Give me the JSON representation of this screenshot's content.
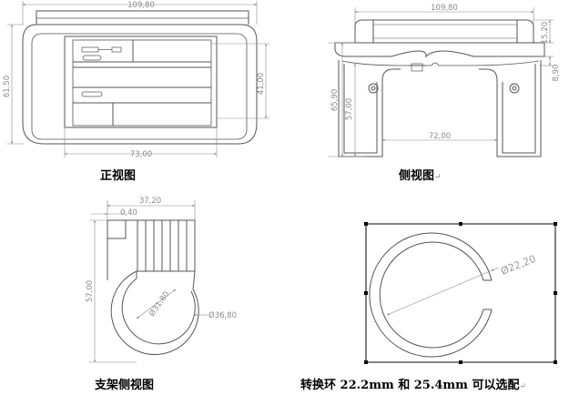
{
  "views": {
    "front": {
      "caption": "正视图",
      "dims": {
        "width_outer": "109,80",
        "width_inner": "73,00",
        "height_outer": "61,50",
        "height_inner": "41,00"
      }
    },
    "side": {
      "caption": "侧视图",
      "mark": "↵",
      "dims": {
        "width_top": "109,80",
        "height_total": "65,90",
        "height_leg": "57,00",
        "leg_span": "72,00",
        "top_thickness": "15,20",
        "clip_gap": "8,90"
      }
    },
    "bracket": {
      "caption": "支架侧视图",
      "dims": {
        "width": "37,20",
        "offset": "0,40",
        "height": "57,00",
        "inner_diameter": "Ø31,80",
        "outer_diameter": "Ø36,80"
      }
    },
    "ring": {
      "caption": "转换环 22.2mm 和 25.4mm 可以选配",
      "mark": "↵",
      "dims": {
        "diameter": "Ø22,20"
      }
    }
  }
}
